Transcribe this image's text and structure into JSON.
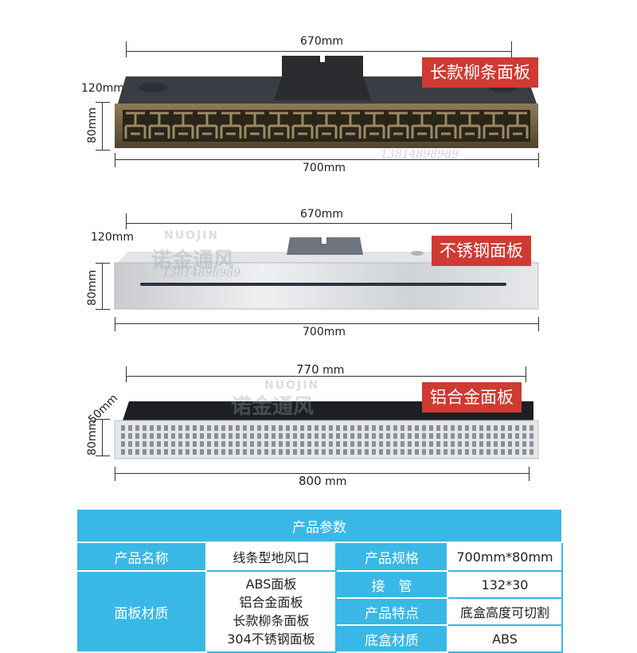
{
  "panel1": {
    "dim_top": "670mm",
    "dim_side": "120mm",
    "dim_height": "80mm",
    "dim_bottom": "700mm",
    "badge": "长款柳条面板",
    "watermark_num": "13814898989"
  },
  "panel2": {
    "dim_top": "670mm",
    "dim_side": "120mm",
    "dim_height": "80mm",
    "dim_bottom": "700mm",
    "badge": "不锈钢面板",
    "watermark_brand": "NUOJIN",
    "watermark_cn": "诺金通风",
    "watermark_num": "13814898989"
  },
  "panel3": {
    "dim_top_num": "770",
    "dim_top_unit": "mm",
    "dim_side": "50mm",
    "dim_height": "80mm",
    "dim_bottom_num": "800",
    "dim_bottom_unit": "mm",
    "badge": "铝合金面板",
    "watermark_brand": "NUOJIN",
    "watermark_cn": "诺金通风"
  },
  "table": {
    "header": "产品参数",
    "row1": {
      "label1": "产品名称",
      "value1": "线条型地风口",
      "label2": "产品规格",
      "value2": "700mm*80mm"
    },
    "row2": {
      "label2": "接　管",
      "value2": "132*30"
    },
    "row3": {
      "label2": "产品特点",
      "value2": "底盒高度可切割"
    },
    "row4": {
      "label2": "底盒材质",
      "value2": "ABS"
    },
    "material_label": "面板材质",
    "materials": [
      "ABS面板",
      "铝合金面板",
      "长款柳条面板",
      "304不锈钢面板"
    ]
  },
  "colors": {
    "badge": "#cf3a32",
    "table_blue": "#39b8e6",
    "bronze": "#7a6a4a"
  }
}
